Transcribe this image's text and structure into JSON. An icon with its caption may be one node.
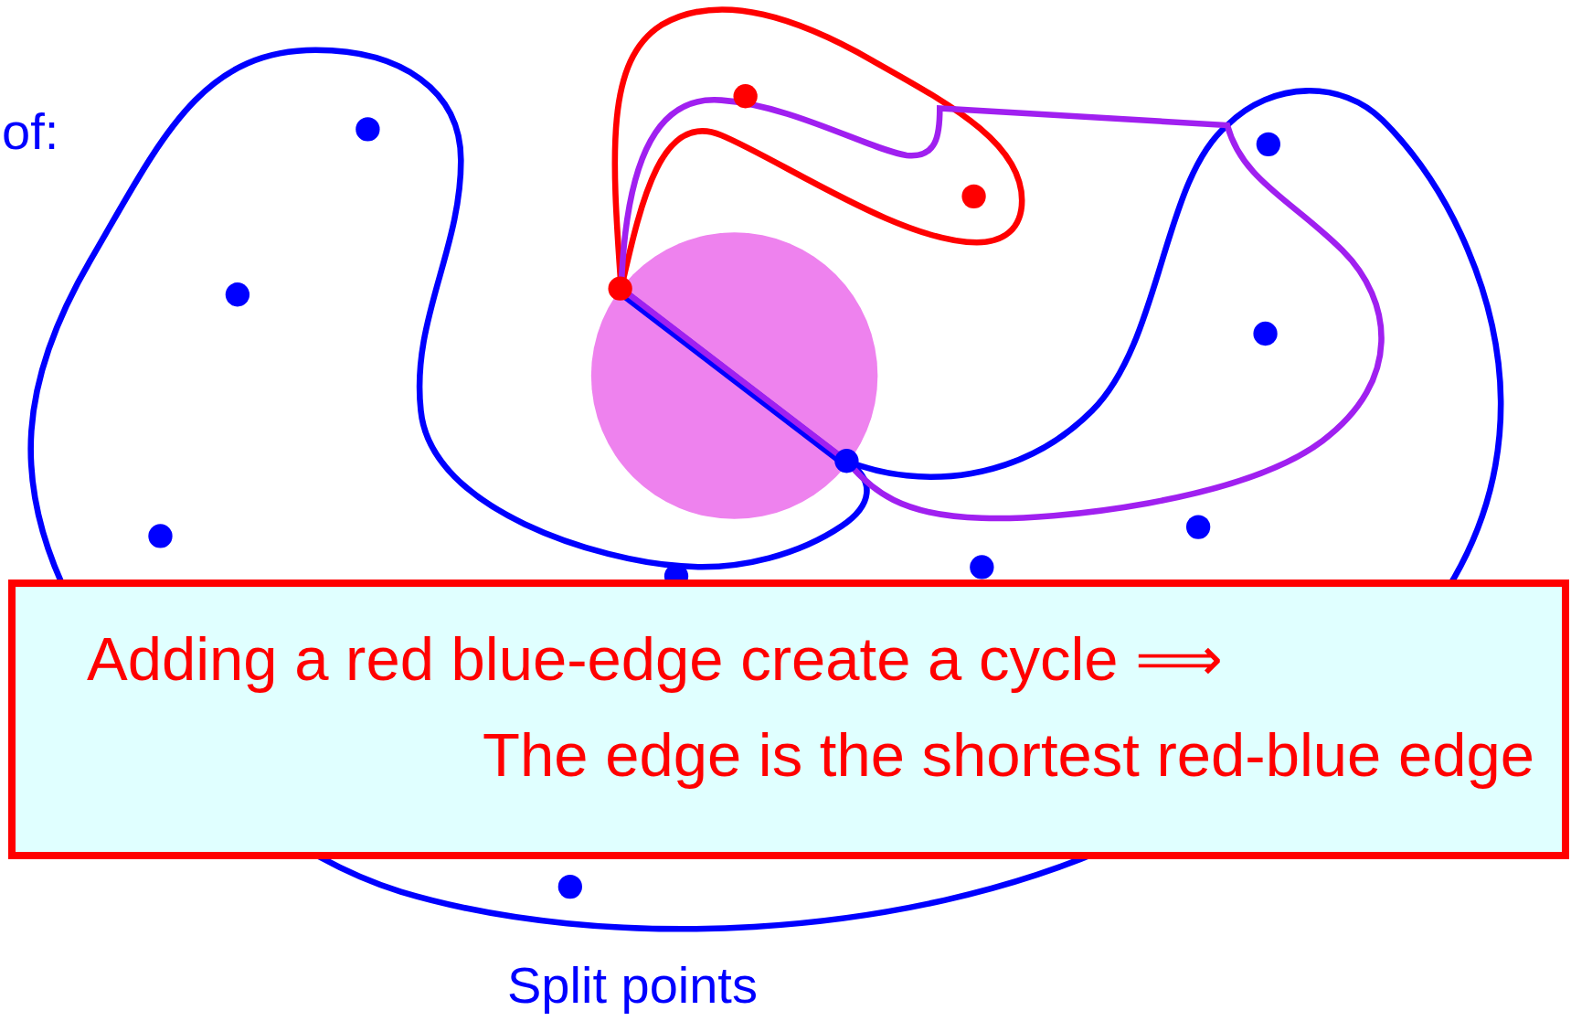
{
  "diagram": {
    "nodes": [
      {
        "text": [
          "Adding a red blue-edge create a cycle ⟹",
          "The edge is the shortest red-blue edge"
        ]
      }
    ],
    "labels": [
      "of:",
      "Split points"
    ]
  }
}
